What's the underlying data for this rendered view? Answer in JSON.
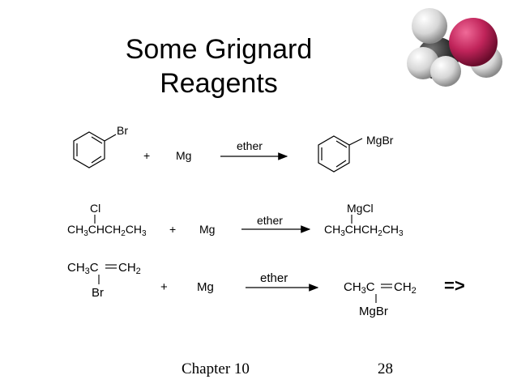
{
  "slide": {
    "title_line1": "Some Grignard",
    "title_line2": "Reagents",
    "footer_chapter": "Chapter 10",
    "footer_page": "28",
    "next_arrow": "=>",
    "image_icon": "methanol-space-filling-model-icon"
  },
  "reactions": [
    {
      "reactant_substituent": "Br",
      "plus": "+",
      "reagent": "Mg",
      "condition": "ether",
      "product_substituent": "MgBr"
    },
    {
      "reactant_top": "Cl",
      "plus": "+",
      "reagent": "Mg",
      "condition": "ether",
      "product_top": "MgCl"
    },
    {
      "reactant_bottom": "Br",
      "plus": "+",
      "reagent": "Mg",
      "condition": "ether",
      "product_bottom": "MgBr"
    }
  ],
  "colors": {
    "oxygen": "#c0245a",
    "carbon": "#333333",
    "hydrogen": "#e6e6e6"
  }
}
